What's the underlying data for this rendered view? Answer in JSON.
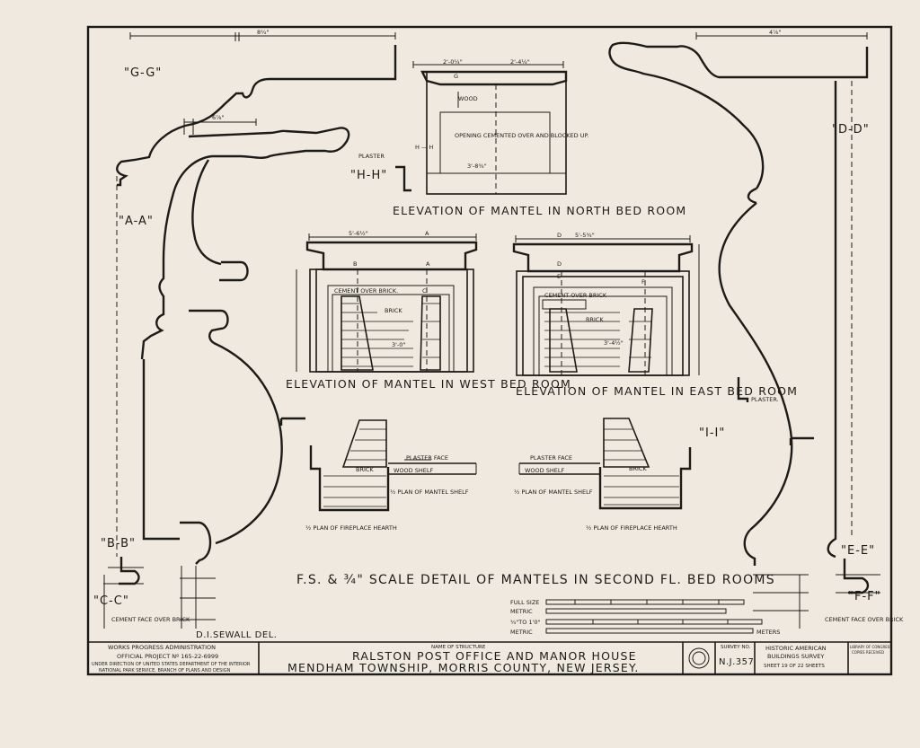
{
  "sections": {
    "gg": "\"G-G\"",
    "aa": "\"A-A\"",
    "bb": "\"B-B\"",
    "cc": "\"C-C\"",
    "dd": "\"D-D\"",
    "ee": "\"E-E\"",
    "ff": "\"F-F\"",
    "hh": "\"H-H\"",
    "ii": "\"I-I\""
  },
  "labels": {
    "cement_face_left": "CEMENT FACE OVER BRICK",
    "cement_face_right": "CEMENT FACE OVER BRICK",
    "plaster_hh": "PLASTER",
    "plaster_ii": "PLASTER.",
    "drafter": "D.I.SEWALL DEL.",
    "wood": "WOOD",
    "opening_cemented": "OPENING CEMENTED OVER AND BLOCKED UP.",
    "cement_over_brick_w": "CEMENT OVER BRICK.",
    "cement_over_brick_e": "CEMENT OVER BRICK",
    "brick": "BRICK",
    "plaster_face": "PLASTER FACE",
    "wood_shelf": "WOOD SHELF"
  },
  "dimensions": {
    "gg_top": "8¼\"",
    "aa_top": "6⅞\"",
    "dd_top": "4⅞\"",
    "north_left": "2'-0¼\"",
    "north_right": "2'-4¼\"",
    "north_bottom": "3'-8¾\"",
    "west_top": "5'-6½\"",
    "west_center": "3'-0\"",
    "east_top": "5'-5¾\"",
    "east_center": "3'-4½\""
  },
  "section_marks": {
    "g": "G",
    "a": "A",
    "b": "B",
    "c": "C",
    "d": "D",
    "e": "E",
    "f": "F",
    "h": "H — H"
  },
  "titles": {
    "north": "ELEVATION OF MANTEL IN NORTH BED ROOM",
    "west": "ELEVATION OF MANTEL IN WEST BED ROOM",
    "east": "ELEVATION OF MANTEL IN EAST BED ROOM",
    "plan_shelf_left": "½ PLAN OF MANTEL SHELF",
    "plan_shelf_right": "½ PLAN OF MANTEL SHELF",
    "plan_hearth_left": "½ PLAN OF FIREPLACE HEARTH",
    "plan_hearth_right": "½ PLAN OF FIREPLACE HEARTH",
    "main": "F.S. & ¾\" SCALE DETAIL OF MANTELS IN SECOND FL. BED ROOMS"
  },
  "scales": {
    "full_size": "FULL SIZE",
    "metric_1": "METRIC",
    "three_quarter": "¾\"TO 1'0\"",
    "metric_2": "METRIC",
    "meters": "METERS"
  },
  "title_block": {
    "agency": "WORKS PROGRESS ADMINISTRATION",
    "project": "OFFICIAL PROJECT Nº 165-22-6999",
    "direction_1": "UNDER DIRECTION OF UNITED STATES DEPARTMENT OF THE INTERIOR",
    "direction_2": "NATIONAL PARK SERVICE, BRANCH OF PLANS AND DESIGN",
    "name_label": "NAME OF STRUCTURE",
    "structure_1": "RALSTON POST OFFICE AND MANOR HOUSE",
    "structure_2": "MENDHAM TOWNSHIP, MORRIS COUNTY, NEW JERSEY.",
    "survey_label": "SURVEY NO.",
    "survey_no": "N.J.357",
    "habs_1": "HISTORIC AMERICAN",
    "habs_2": "BUILDINGS SURVEY",
    "sheet": "SHEET 19 OF 22 SHEETS",
    "library_1": "LIBRARY OF CONGRESS",
    "library_2": "COPIES RECEIVED"
  }
}
